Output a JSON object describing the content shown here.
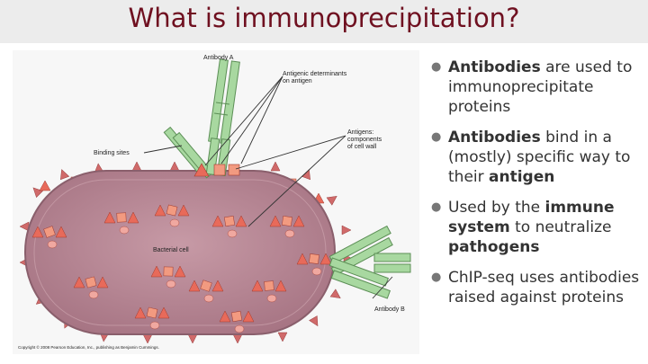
{
  "slide": {
    "title": "What is immunoprecipitation?"
  },
  "figure": {
    "labels": {
      "antibody_a": "Antibody A",
      "antigenic_determinants": "Antigenic determinants on antigen",
      "binding_sites": "Binding sites",
      "antigens": "Antigens: components of cell wall",
      "bacterial_cell": "Bacterial cell",
      "antibody_b": "Antibody B",
      "copyright": "Copyright © 2008 Pearson Education, Inc., publishing as Benjamin Cummings."
    },
    "colors": {
      "cell_fill": "#b98a96",
      "antibody_fill": "#a8d8a0",
      "antigen_fill": "#e86a5a"
    }
  },
  "bullets": [
    {
      "parts": [
        {
          "text": "Antibodies",
          "bold": true
        },
        {
          "text": " are used to immunoprecipitate proteins",
          "bold": false
        }
      ]
    },
    {
      "parts": [
        {
          "text": "Antibodies",
          "bold": true
        },
        {
          "text": " bind in a (mostly) specific way to their ",
          "bold": false
        },
        {
          "text": "antigen",
          "bold": true
        }
      ]
    },
    {
      "parts": [
        {
          "text": "Used by the ",
          "bold": false
        },
        {
          "text": "immune system",
          "bold": true
        },
        {
          "text": " to neutralize ",
          "bold": false
        },
        {
          "text": "pathogens",
          "bold": true
        }
      ]
    },
    {
      "parts": [
        {
          "text": "ChIP-seq uses antibodies raised against proteins",
          "bold": false
        }
      ]
    }
  ]
}
